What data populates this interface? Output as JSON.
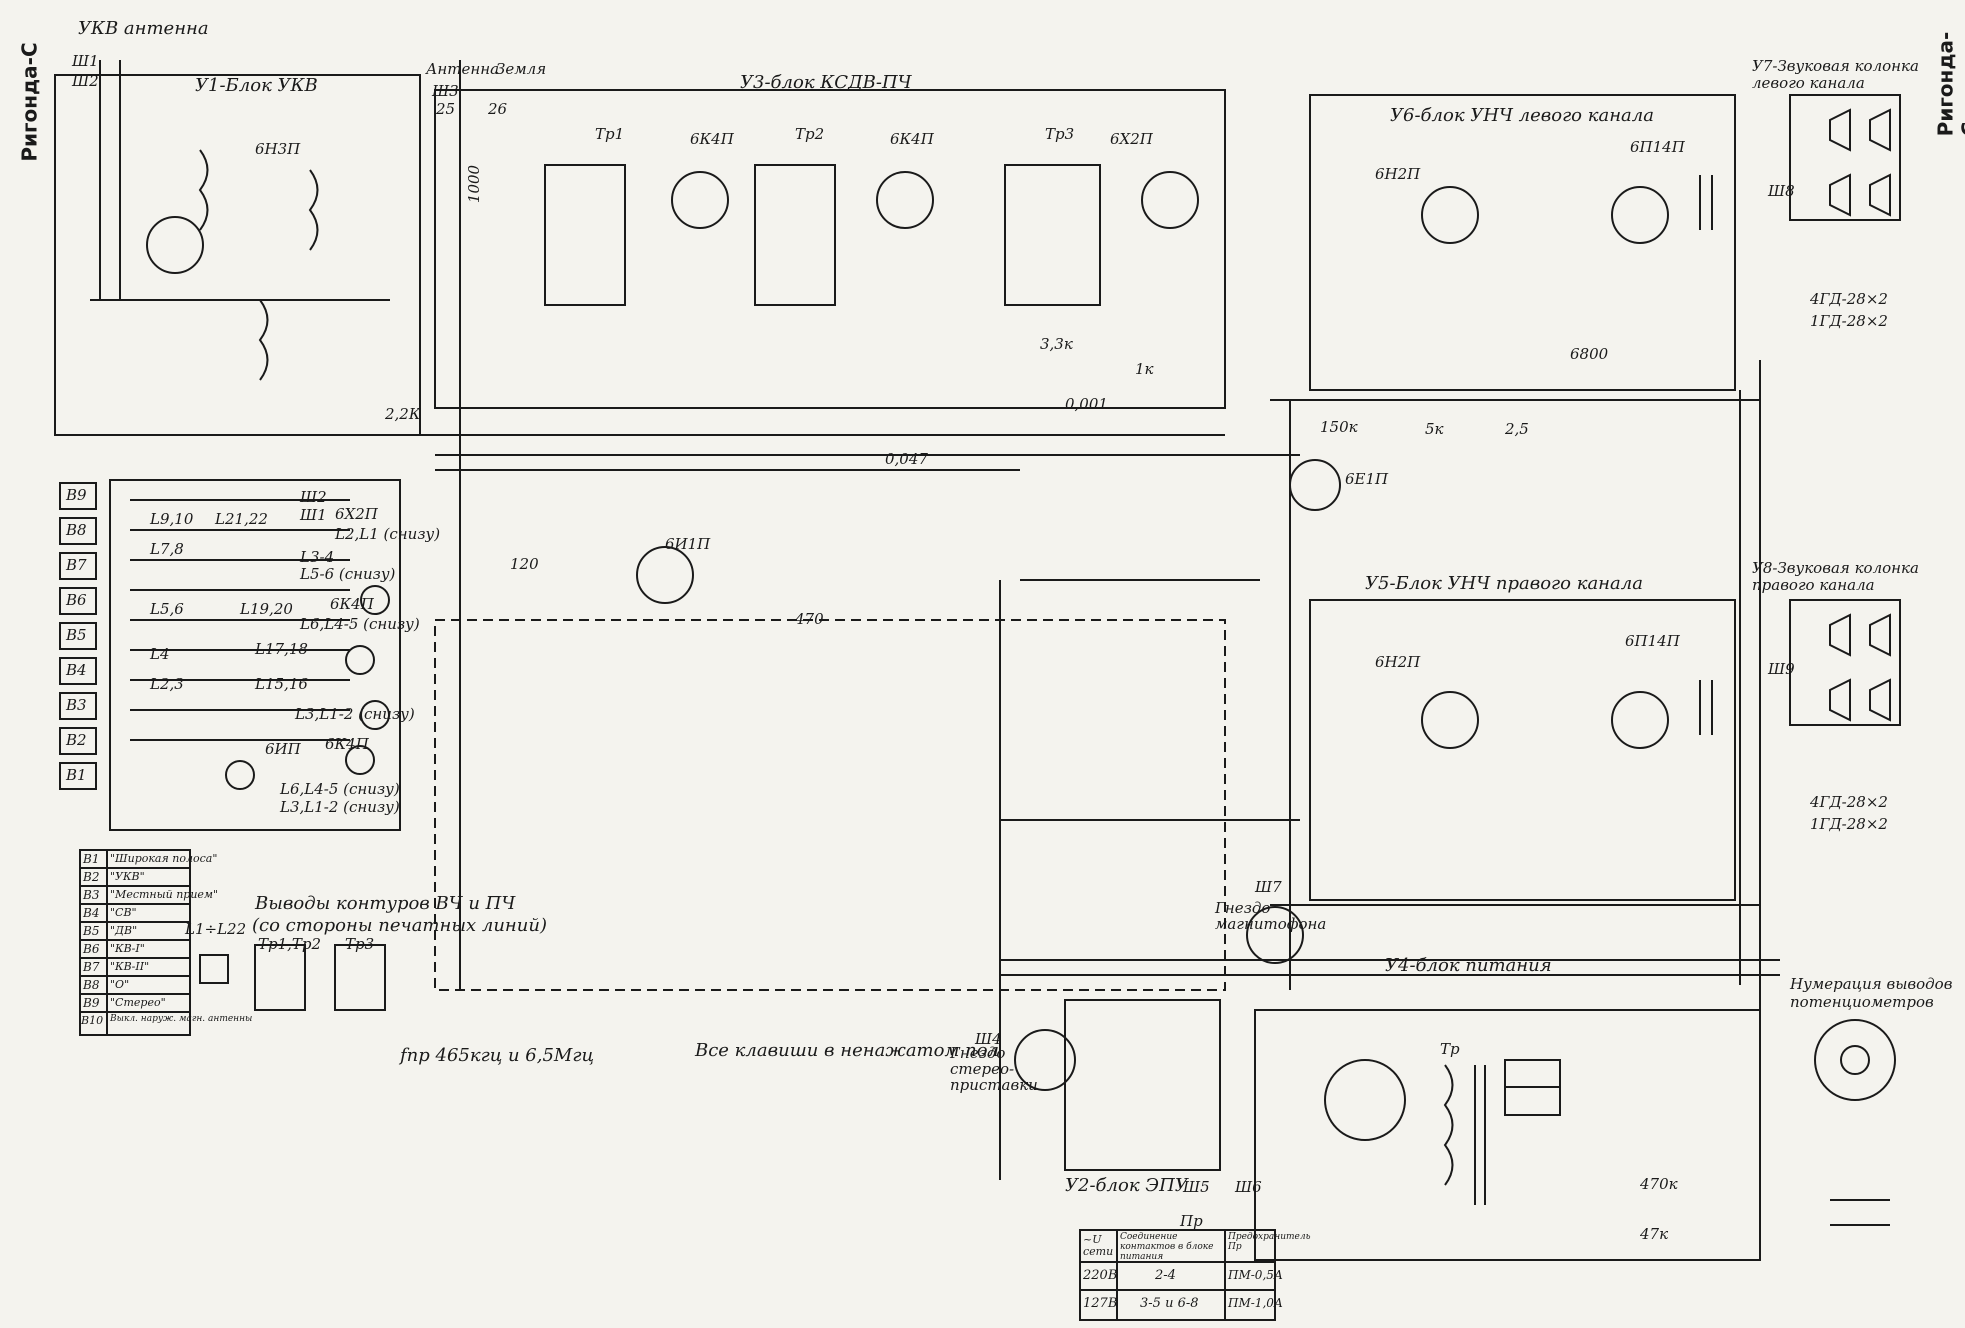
{
  "sidebar": {
    "left_title": "Ригонда-С",
    "right_title": "Ригонда-С"
  },
  "top_terms": {
    "ukv_antenna": "УКВ антенна",
    "sh1": "Ш1",
    "sh2": "Ш2",
    "antenna": "Антенна",
    "ground": "Земля",
    "sh3": "Ш3",
    "n25": "25",
    "n26": "26"
  },
  "blocks": {
    "u1": "У1-Блок УКВ",
    "u3": "У3-блок КСДВ-ПЧ",
    "u6": "У6-блок УНЧ левого канала",
    "u7": "У7-Звуковая колонка левого канала",
    "u8": "У8-Звуковая колонка правого канала",
    "u5": "У5-Блок УНЧ правого канала",
    "u4": "У4-блок питания",
    "u2": "У2-блок ЭПУ"
  },
  "tubes": {
    "u1_tube": "6Н3П",
    "ik1": "6К4П",
    "ik2": "6К4П",
    "det": "6Х2П",
    "ind": "6И1П",
    "eye": "6Е1П",
    "u6_pre": "6Н2П",
    "u6_out": "6П14П",
    "u5_pre": "6Н2П",
    "u5_out": "6П14П"
  },
  "transformers": {
    "tr1": "Тр1",
    "tr2": "Тр2",
    "tr3": "Тр3",
    "tr": "Тр"
  },
  "switches": [
    "В9",
    "В8",
    "В7",
    "В6",
    "В5",
    "В4",
    "В3",
    "В2",
    "В1"
  ],
  "switch_legend": [
    {
      "key": "В1",
      "label": "\"Широкая полоса\""
    },
    {
      "key": "В2",
      "label": "\"УКВ\""
    },
    {
      "key": "В3",
      "label": "\"Местный прием\""
    },
    {
      "key": "В4",
      "label": "\"СВ\""
    },
    {
      "key": "В5",
      "label": "\"ДВ\""
    },
    {
      "key": "В6",
      "label": "\"КВ-I\""
    },
    {
      "key": "В7",
      "label": "\"КВ-II\""
    },
    {
      "key": "В8",
      "label": "\"O\""
    },
    {
      "key": "В9",
      "label": "\"Стерео\""
    },
    {
      "key": "В10",
      "label": "Выкл. наруж. магн. антенны"
    }
  ],
  "board_labels": {
    "l_910": "L9,10",
    "l_2122": "L21,22",
    "l_78": "L7,8",
    "l_56": "L5,6",
    "l_1920": "L19,20",
    "l_4": "L4",
    "l_1718": "L17,18",
    "l_23": "L2,3",
    "l_1516": "L15,16",
    "tube_6x2p": "6Х2П",
    "tr3_note": "L2,L1 (снизу)",
    "l34": "L3-4",
    "l56n": "L5-6 (снизу)",
    "tube_6k4p": "6К4П",
    "l6_l45": "L6,L4-5 (снизу)",
    "l3_l12": "L3,L1-2 (снизу)",
    "bip": "6ИП",
    "tube_6k4p2": "6К4П",
    "l6_l45b": "L6,L4-5 (снизу)",
    "l3_l12b": "L3,L1-2 (снизу)",
    "sh2b": "Ш2",
    "sh1b": "Ш1"
  },
  "bottom_notes": {
    "pins_title": "Выводы контуров ВЧ и ПЧ",
    "pins_sub": "(со стороны печатных линий)",
    "l_range": "L1÷L22",
    "tr12": "Тр1,Тр2",
    "tr3": "Тр3",
    "fpr": "fпр 465кгц и 6,5Мгц",
    "keys": "Все клавиши в ненажатом пол",
    "stereo_socket": "Гнездо стерео-приставки",
    "sh4": "Ш4",
    "recorder_socket": "Гнездо магнитофона",
    "sh7": "Ш7",
    "pot_title": "Нумерация выводов потенциометров",
    "speakers_l": "4ГД-28×2",
    "speakers_l2": "1ГД-28×2",
    "speakers_r": "4ГД-28×2",
    "speakers_r2": "1ГД-28×2",
    "sh8": "Ш8",
    "sh9": "Ш9",
    "sh5": "Ш5",
    "sh6": "Ш6",
    "pr": "Пр"
  },
  "fuse_table": {
    "headers": [
      "~U сети",
      "Соединение контактов в блоке питания",
      "Предохранитель Пр"
    ],
    "rows": [
      [
        "220В",
        "2-4",
        "ПМ-0,5А"
      ],
      [
        "127В",
        "3-5 и 6-8",
        "ПМ-1,0А"
      ]
    ]
  },
  "values": {
    "r22k": "2,2К",
    "r150k": "150к",
    "c0047": "0,047",
    "c0001": "0,001",
    "r33k": "3,3к",
    "r1k": "1к",
    "r5k": "5к",
    "r25": "2,5",
    "c470": "470",
    "c120": "120",
    "c6800": "6800",
    "r470k": "470к",
    "r47k": "47к",
    "c1000": "1000"
  }
}
